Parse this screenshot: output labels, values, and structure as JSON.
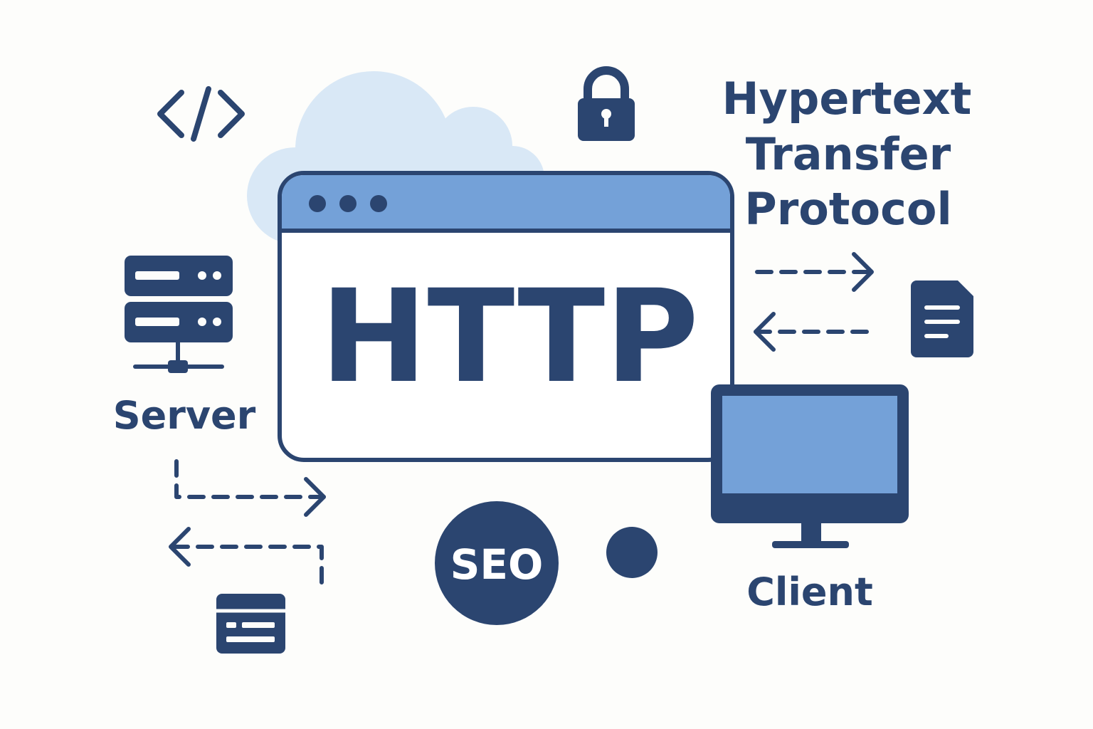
{
  "title": {
    "line1": "Hypertext",
    "line2": "Transfer",
    "line3": "Protocol"
  },
  "browser": {
    "heading": "HTTP"
  },
  "server": {
    "label": "Server"
  },
  "client": {
    "label": "Client"
  },
  "badge": {
    "label": "SEO"
  },
  "icons": [
    "code-icon",
    "lock-icon",
    "server-icon",
    "document-icon",
    "monitor-icon",
    "card-icon",
    "cloud-icon"
  ],
  "colors": {
    "navy": "#2b4570",
    "blue": "#74a1d8",
    "cloud": "#d9e8f6",
    "background": "#fdfdfb"
  }
}
